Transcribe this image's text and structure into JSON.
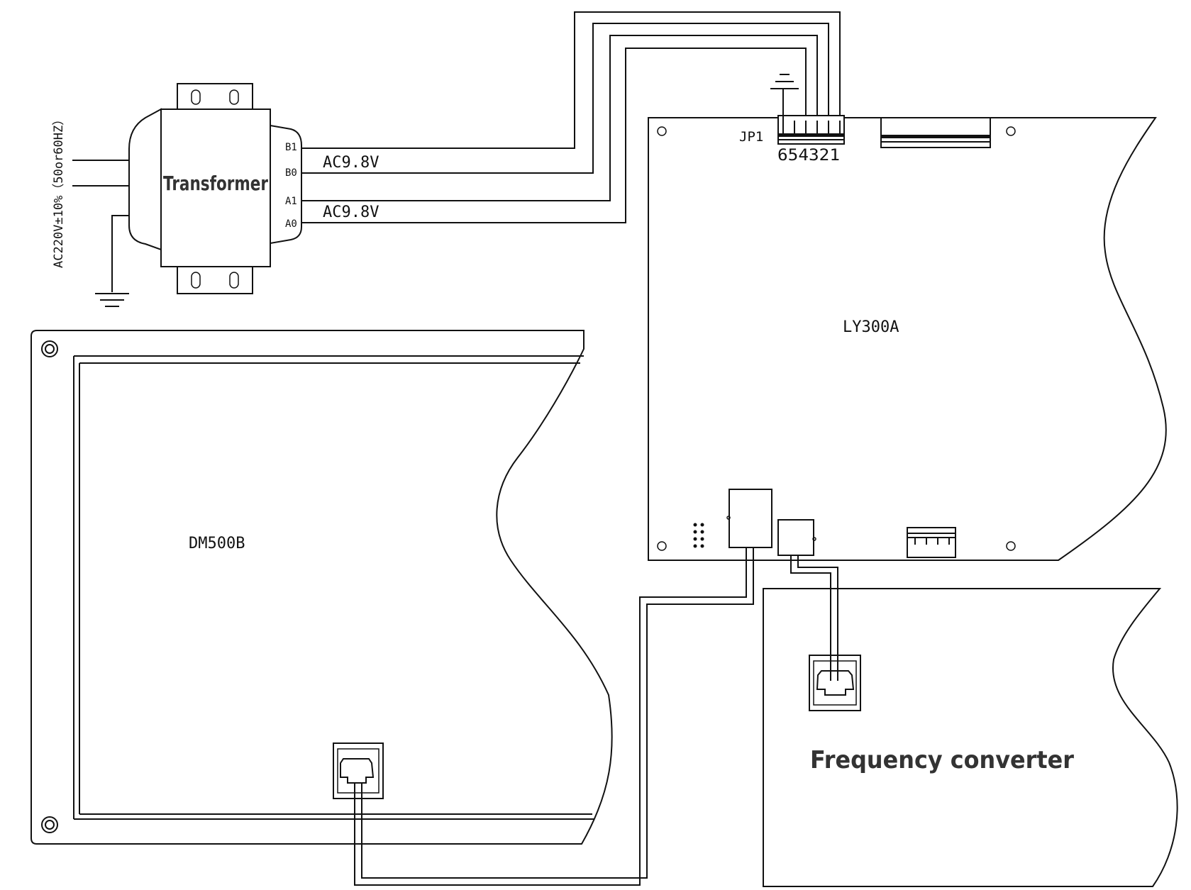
{
  "diagram": {
    "power_input_label": "AC220V±10%（50or60HZ）",
    "transformer_label": "Transformer",
    "terminal_labels": [
      "B1",
      "B0",
      "A1",
      "A0"
    ],
    "voltage_label_top": "AC9.8V",
    "voltage_label_bottom": "AC9.8V",
    "jp1_label": "JP1",
    "jp1_pins": "654321",
    "main_board_label": "LY300A",
    "display_board_label": "DM500B",
    "inverter_label": "Frequency converter"
  },
  "colors": {
    "line": "#111111",
    "background": "#ffffff",
    "heading_text": "#333333"
  }
}
